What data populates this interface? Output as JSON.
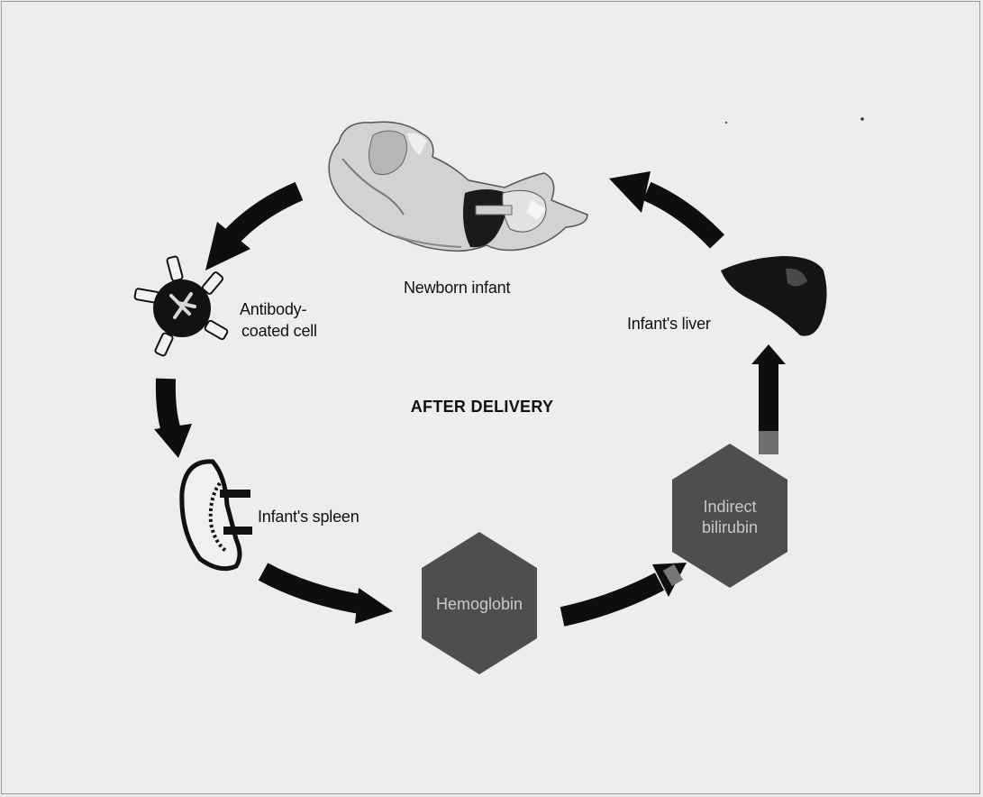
{
  "center_label": "AFTER DELIVERY",
  "labels": {
    "newborn": "Newborn infant",
    "antibody_line1": "Antibody-",
    "antibody_line2": "coated cell",
    "spleen": "Infant's spleen",
    "liver": "Infant's liver",
    "hemoglobin": "Hemoglobin",
    "bilirubin_line1": "Indirect",
    "bilirubin_line2": "bilirubin"
  },
  "colors": {
    "background": "#ededed",
    "arrow": "#0e0e0e",
    "hexagon": "#4e4e4e",
    "hexagon_text": "#c8c8c8"
  }
}
